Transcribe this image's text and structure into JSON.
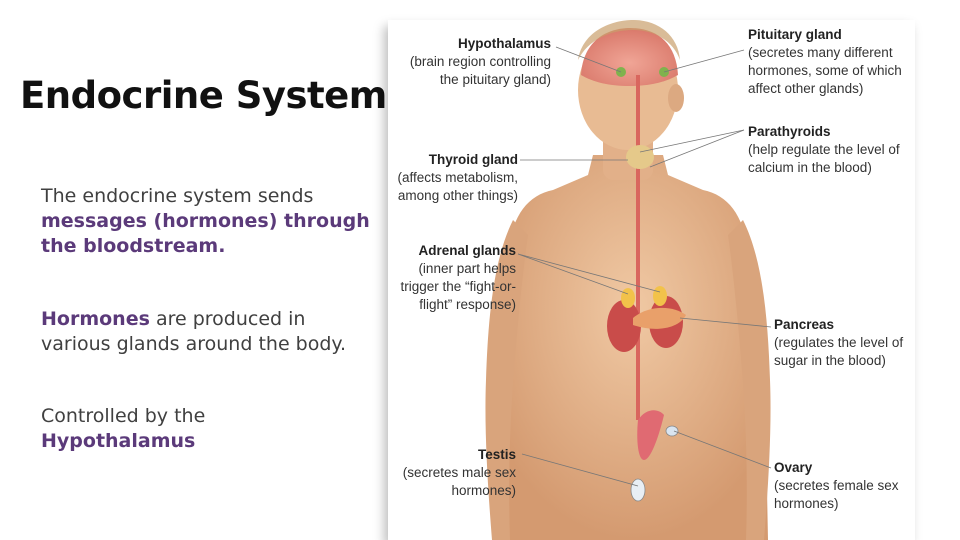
{
  "title": "Endocrine System",
  "paragraphs": {
    "p1_plain": "The endocrine system sends ",
    "p1_bold": "messages (hormones) through the bloodstream.",
    "p2_bold": "Hormones",
    "p2_plain": " are produced in various glands around the body.",
    "p3_plain": "Controlled by the ",
    "p3_bold": "Hypothalamus"
  },
  "colors": {
    "accent_text": "#5b3a7a",
    "body_text": "#404040",
    "skin": "#e4b58e",
    "vessel": "#d9665e"
  },
  "labels": {
    "hypothalamus": {
      "name": "Hypothalamus",
      "desc": "(brain region controlling the pituitary gland)"
    },
    "thyroid": {
      "name": "Thyroid gland",
      "desc": "(affects metabolism, among other things)"
    },
    "adrenal": {
      "name": "Adrenal glands",
      "desc": "(inner part helps trigger the “fight-or-flight” response)"
    },
    "testis": {
      "name": "Testis",
      "desc": "(secretes male sex hormones)"
    },
    "pituitary": {
      "name": "Pituitary gland",
      "desc": "(secretes many different hormones, some of which affect other glands)"
    },
    "parathyroids": {
      "name": "Parathyroids",
      "desc": "(help regulate the level of calcium in the blood)"
    },
    "pancreas": {
      "name": "Pancreas",
      "desc": "(regulates the level of sugar in the blood)"
    },
    "ovary": {
      "name": "Ovary",
      "desc": "(secretes female sex hormones)"
    }
  }
}
